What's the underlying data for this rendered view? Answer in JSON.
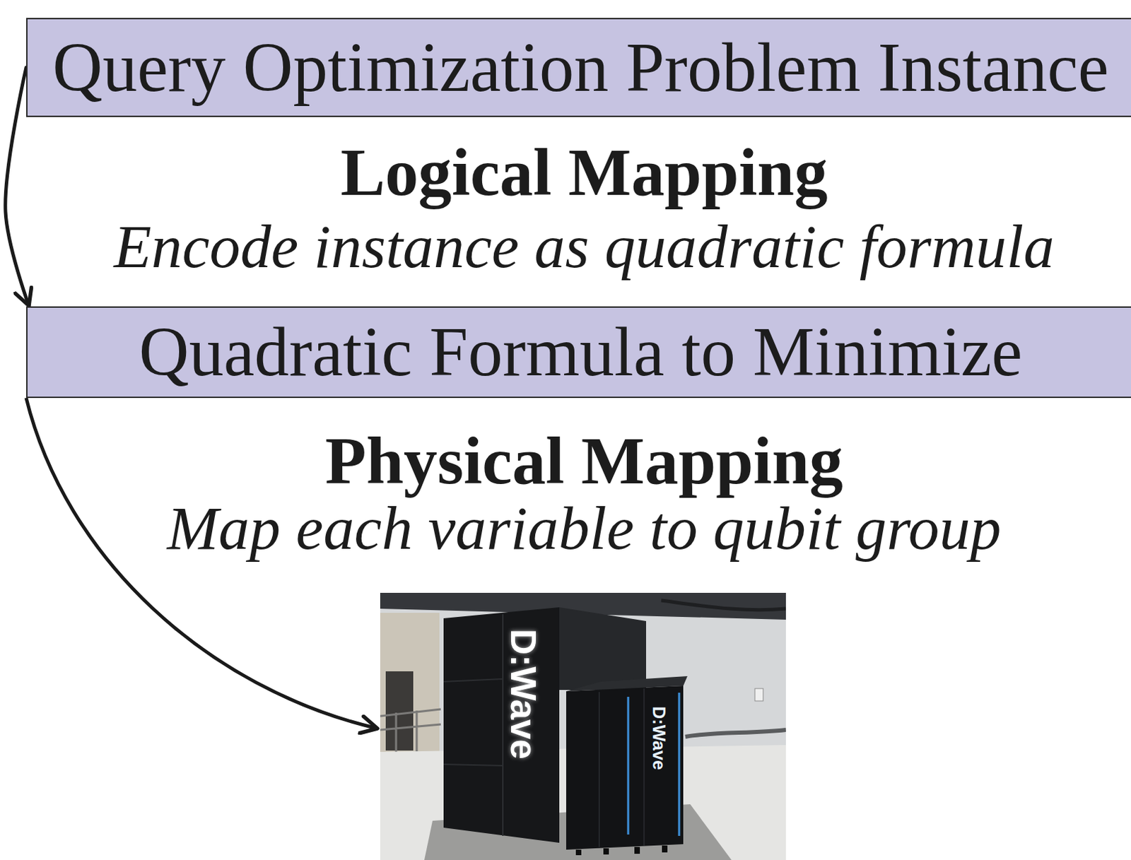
{
  "diagram": {
    "nodes": [
      {
        "text": [
          "Query Optimization Problem Instance"
        ]
      },
      {
        "text": [
          "Quadratic Formula to Minimize"
        ]
      }
    ],
    "edges": [
      {
        "from": 0,
        "to": 1,
        "arrow": "to"
      }
    ],
    "labels": [
      "Logical Mapping",
      "Encode instance as quadratic formula",
      "Physical Mapping",
      "Map each variable to qubit group",
      "D:Wave",
      "D:Wave"
    ]
  }
}
